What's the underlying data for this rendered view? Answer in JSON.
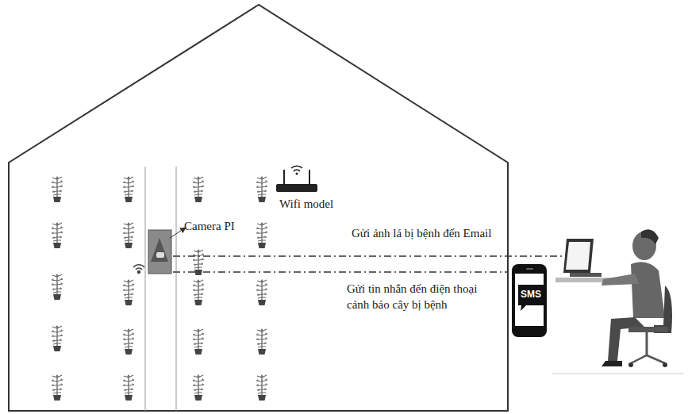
{
  "diagram": {
    "labels": [
      "Camera PI",
      "Wifi model",
      "Gửi ảnh lá bị bệnh đến Email",
      "Gửi tin nhắn đến điện thoại cảnh báo cây bị bệnh",
      "SMS"
    ]
  }
}
